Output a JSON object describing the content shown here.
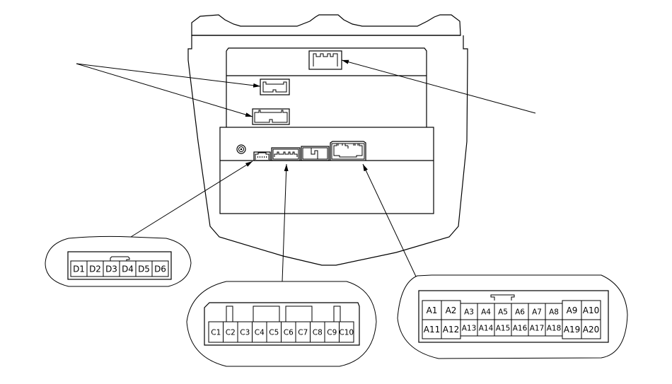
{
  "diagram": {
    "title": "",
    "unit": {
      "name": "head-unit-rear-view",
      "upper_panel_connectors": [
        "top-connector",
        "upper-connector-1",
        "upper-connector-2"
      ],
      "lower_panel_connectors": [
        "antenna-jack",
        "connector-d",
        "connector-c",
        "connector-b",
        "connector-a"
      ]
    },
    "connector_d": {
      "pins": [
        "D1",
        "D2",
        "D3",
        "D4",
        "D5",
        "D6"
      ]
    },
    "connector_c": {
      "pins": [
        "C1",
        "C2",
        "C3",
        "C4",
        "C5",
        "C6",
        "C7",
        "C8",
        "C9",
        "C10"
      ]
    },
    "connector_a": {
      "top_row": [
        "A1",
        "A2",
        "A3",
        "A4",
        "A5",
        "A6",
        "A7",
        "A8",
        "A9",
        "A10"
      ],
      "bottom_row": [
        "A11",
        "A12",
        "A13",
        "A14",
        "A15",
        "A16",
        "A17",
        "A18",
        "A19",
        "A20"
      ]
    },
    "line_color": "#000000",
    "background": "#ffffff"
  }
}
